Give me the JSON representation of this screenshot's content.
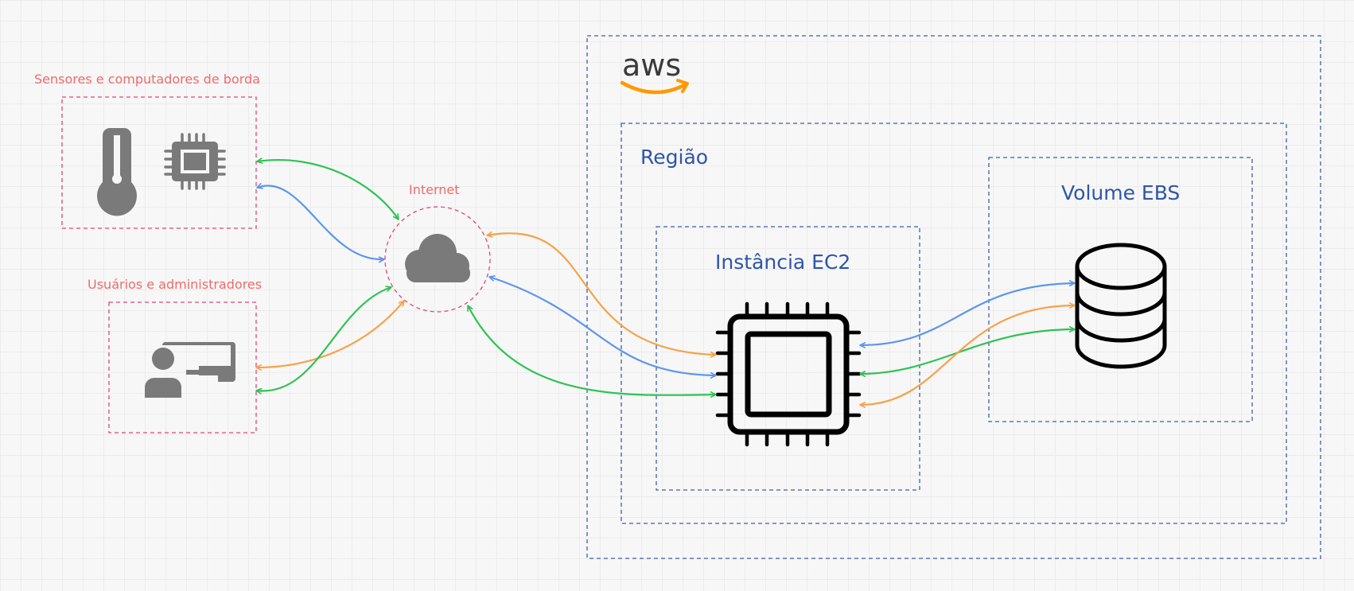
{
  "edge_group": {
    "label": "Sensores e computadores de borda",
    "icons": [
      "thermometer-icon",
      "chip-icon"
    ]
  },
  "users_group": {
    "label": "Usuários e administradores",
    "icons": [
      "user-screen-icon"
    ]
  },
  "internet": {
    "label": "Internet",
    "icon": "cloud-icon"
  },
  "aws": {
    "logo_text": "aws"
  },
  "region": {
    "label": "Região"
  },
  "ec2": {
    "label": "Instância EC2",
    "icon": "processor-icon"
  },
  "ebs": {
    "label": "Volume EBS",
    "icon": "database-icon"
  },
  "colors": {
    "green": "#2fc253",
    "blue": "#5b96eb",
    "orange": "#f6a24a",
    "red_dashed": "#e0457d",
    "aws_blue": "#3d5fa8",
    "icon_gray": "#7a7a7a",
    "aws_orange": "#ff9900"
  }
}
